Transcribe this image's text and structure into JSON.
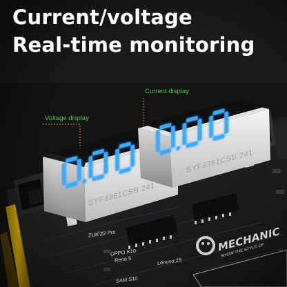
{
  "headline": {
    "line1": "Current/voltage",
    "line2": "Real-time monitoring"
  },
  "callouts": {
    "voltage_display": "Voltage display",
    "current_display": "Current display"
  },
  "displays": {
    "voltage": {
      "digits": [
        "0",
        "0",
        "0"
      ],
      "reading": "0.00",
      "module_label": "SYF3361CSB 241"
    },
    "current": {
      "digits": [
        "0",
        "0",
        "0"
      ],
      "reading": "0.00",
      "module_label": "SYF3361CSB 241"
    }
  },
  "board_silkscreen": {
    "labels": [
      "ZUK Z2 Pro",
      "OPPO K10",
      "Reno 5",
      "Lenovo Z5",
      "SAM S10"
    ],
    "brand": "MECHANIC",
    "slogan": "SHOW THE STYLE OF"
  },
  "colors": {
    "segment_lit": "#3ea9ff",
    "callout_green": "#49c94a",
    "pcb": "#1b1c1e",
    "pcb_edge": "#e3b600"
  }
}
